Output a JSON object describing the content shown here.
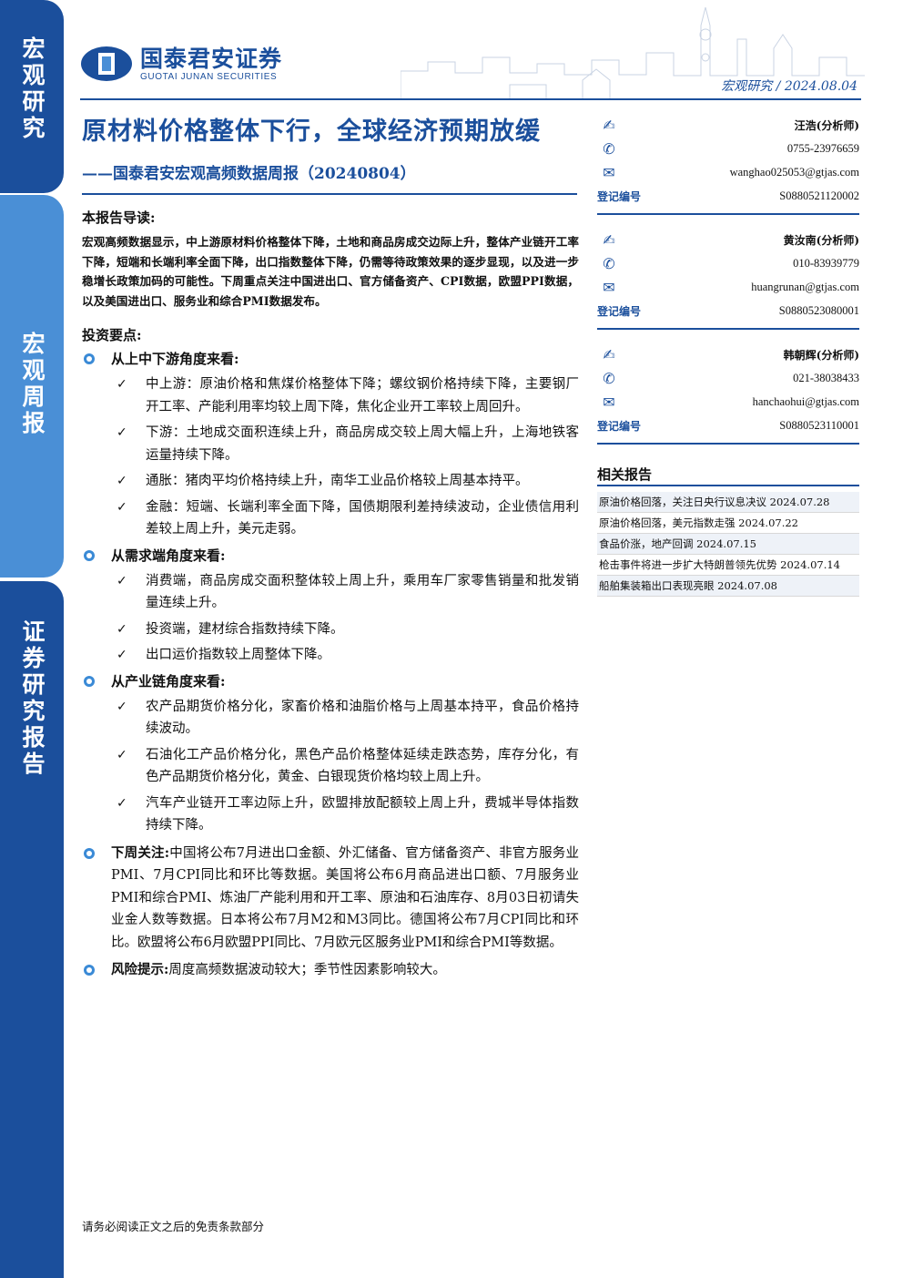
{
  "sidebar": {
    "block1": "宏观研究",
    "block2": "宏观周报",
    "block3": "证券研究报告"
  },
  "header": {
    "logo_cn": "国泰君安证券",
    "logo_en": "GUOTAI JUNAN SECURITIES",
    "tag": "宏观研究 / 2024.08.04"
  },
  "title": "原材料价格整体下行，全球经济预期放缓",
  "subtitle": "——国泰君安宏观高频数据周报（20240804）",
  "guide": {
    "heading": "本报告导读:",
    "text": "宏观高频数据显示，中上游原材料价格整体下降，土地和商品房成交边际上升，整体产业链开工率下降，短端和长端利率全面下降，出口指数整体下降，仍需等待政策效果的逐步显现，以及进一步稳增长政策加码的可能性。下周重点关注中国进出口、官方储备资产、CPI数据，欧盟PPI数据，以及美国进出口、服务业和综合PMI数据发布。"
  },
  "key_points": {
    "heading": "投资要点:",
    "sections": [
      {
        "title": "从上中下游角度来看:",
        "items": [
          "中上游：原油价格和焦煤价格整体下降；螺纹钢价格持续下降，主要钢厂开工率、产能利用率均较上周下降，焦化企业开工率较上周回升。",
          "下游：土地成交面积连续上升，商品房成交较上周大幅上升，上海地铁客运量持续下降。",
          "通胀：猪肉平均价格持续上升，南华工业品价格较上周基本持平。",
          "金融：短端、长端利率全面下降，国债期限利差持续波动，企业债信用利差较上周上升，美元走弱。"
        ]
      },
      {
        "title": "从需求端角度来看:",
        "items": [
          "消费端，商品房成交面积整体较上周上升，乘用车厂家零售销量和批发销量连续上升。",
          "投资端，建材综合指数持续下降。",
          "出口运价指数较上周整体下降。"
        ]
      },
      {
        "title": "从产业链角度来看:",
        "items": [
          "农产品期货价格分化，家畜价格和油脂价格与上周基本持平，食品价格持续波动。",
          "石油化工产品价格分化，黑色产品价格整体延续走跌态势，库存分化，有色产品期货价格分化，黄金、白银现货价格均较上周上升。",
          "汽车产业链开工率边际上升，欧盟排放配额较上周上升，费城半导体指数持续下降。"
        ]
      }
    ],
    "next_week_label": "下周关注:",
    "next_week_text": "中国将公布7月进出口金额、外汇储备、官方储备资产、非官方服务业PMI、7月CPI同比和环比等数据。美国将公布6月商品进出口额、7月服务业PMI和综合PMI、炼油厂产能利用和开工率、原油和石油库存、8月03日初请失业金人数等数据。日本将公布7月M2和M3同比。德国将公布7月CPI同比和环比。欧盟将公布6月欧盟PPI同比、7月欧元区服务业PMI和综合PMI等数据。",
    "risk_label": "风险提示:",
    "risk_text": "周度高频数据波动较大；季节性因素影响较大。"
  },
  "analysts": [
    {
      "name": "汪浩(分析师)",
      "phone": "0755-23976659",
      "email": "wanghao025053@gtjas.com",
      "reg_label": "登记编号",
      "reg": "S0880521120002"
    },
    {
      "name": "黄汝南(分析师)",
      "phone": "010-83939779",
      "email": "huangrunan@gtjas.com",
      "reg_label": "登记编号",
      "reg": "S0880523080001"
    },
    {
      "name": "韩朝辉(分析师)",
      "phone": "021-38038433",
      "email": "hanchaohui@gtjas.com",
      "reg_label": "登记编号",
      "reg": "S0880523110001"
    }
  ],
  "related": {
    "heading": "相关报告",
    "items": [
      "原油价格回落，关注日央行议息决议 2024.07.28",
      "原油价格回落，美元指数走强 2024.07.22",
      "食品价涨，地产回调 2024.07.15",
      "枪击事件将进一步扩大特朗普领先优势 2024.07.14",
      "船舶集装箱出口表现亮眼 2024.07.08"
    ]
  },
  "footer": "请务必阅读正文之后的免责条款部分",
  "colors": {
    "brand": "#1b4f9c",
    "accent": "#4a8fd6"
  }
}
